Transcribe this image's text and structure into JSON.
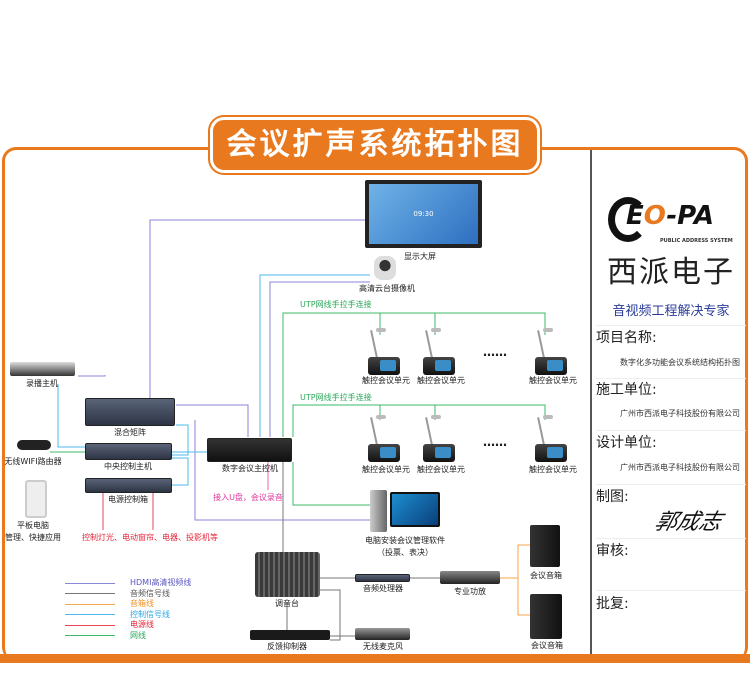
{
  "title": "会议扩声系统拓扑图",
  "devices": {
    "display": "显示大屏",
    "camera": "高清云台摄像机",
    "utp1": "UTP网线手拉手连接",
    "utp2": "UTP网线手拉手连接",
    "unit": "触控会议单元",
    "dots": "……",
    "recorder": "录播主机",
    "matrix": "混合矩阵",
    "central": "中央控制主机",
    "power": "电源控制箱",
    "router": "无线WIFI路由器",
    "tablet": "平板电脑",
    "tablet_sub": "管理、快捷应用",
    "control_note": "控制灯光、电动窗帘、电器、投影机等",
    "main": "数字会议主控机",
    "usb_note": "接入U盘，会议录音",
    "pc": "电脑安装会议管理软件",
    "pc_sub": "（投票、表决）",
    "mixer": "调音台",
    "processor": "音频处理器",
    "amp": "专业功放",
    "speaker1": "会议音箱",
    "speaker2": "会议音箱",
    "feedback": "反馈抑制器",
    "wireless_mic": "无线麦克风",
    "screen_time": "09:30"
  },
  "legend": [
    {
      "label": "HDMI高清视频线",
      "color": "#8a86d8"
    },
    {
      "label": "音频信号线",
      "color": "#777777"
    },
    {
      "label": "音箱线",
      "color": "#f4a64a"
    },
    {
      "label": "控制信号线",
      "color": "#4fb9ee"
    },
    {
      "label": "电源线",
      "color": "#ee4455"
    },
    {
      "label": "网线",
      "color": "#3cb86a"
    }
  ],
  "panel": {
    "logo": "CEO-PA",
    "logo_sub": "PUBLIC ADDRESS SYSTEM",
    "company": "西派电子",
    "slogan": "音视频工程解决专家",
    "project_label": "项目名称:",
    "project_value": "数字化多功能会议系统结构拓扑图",
    "builder_label": "施工单位:",
    "builder_value": "广州市西派电子科技股份有限公司",
    "designer_label": "设计单位:",
    "designer_value": "广州市西派电子科技股份有限公司",
    "drawn_label": "制图:",
    "drawn_signature": "郭成志",
    "review_label": "审核:",
    "approve_label": "批复:"
  }
}
